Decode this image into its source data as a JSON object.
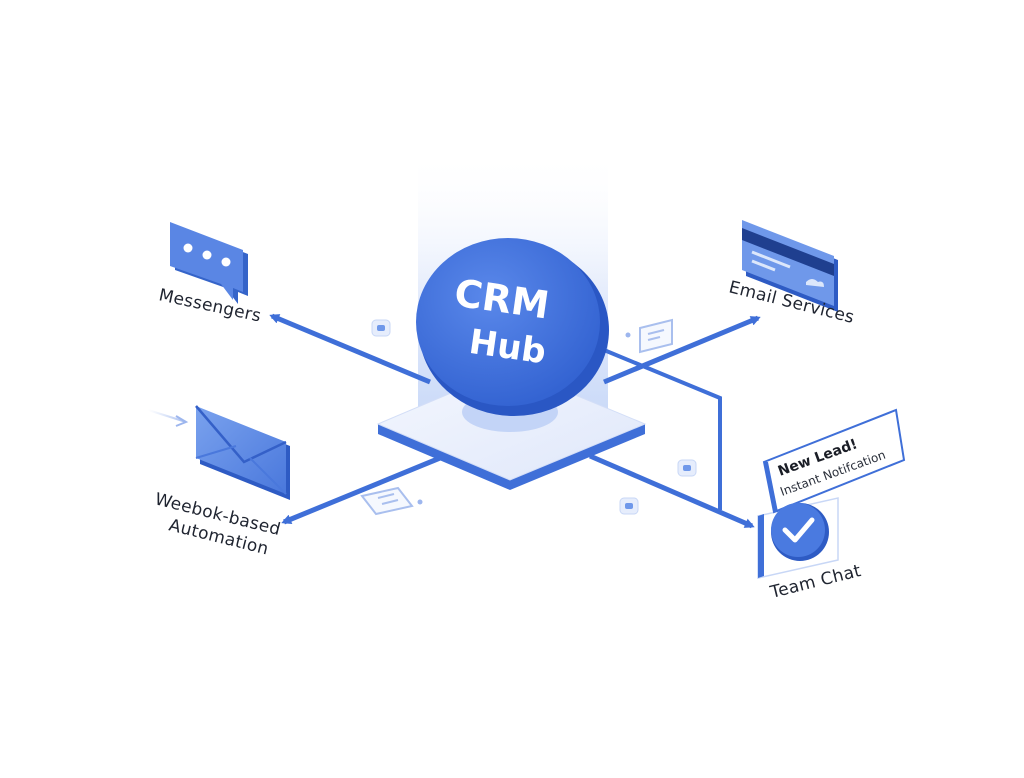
{
  "hub": {
    "line1": "CRM",
    "line2": "Hub"
  },
  "nodes": {
    "messengers": "Messengers",
    "email": "Email Services",
    "webhook_line1": "Weebok-based",
    "webhook_line2": "Automation",
    "team_chat": "Team Chat"
  },
  "notification": {
    "title": "New Lead!",
    "subtitle": "Instant Notifcation"
  },
  "colors": {
    "primary": "#3f6fd8",
    "primary_light": "#6f98ea",
    "primary_pale": "#dce7fb",
    "text": "#1f2430"
  }
}
